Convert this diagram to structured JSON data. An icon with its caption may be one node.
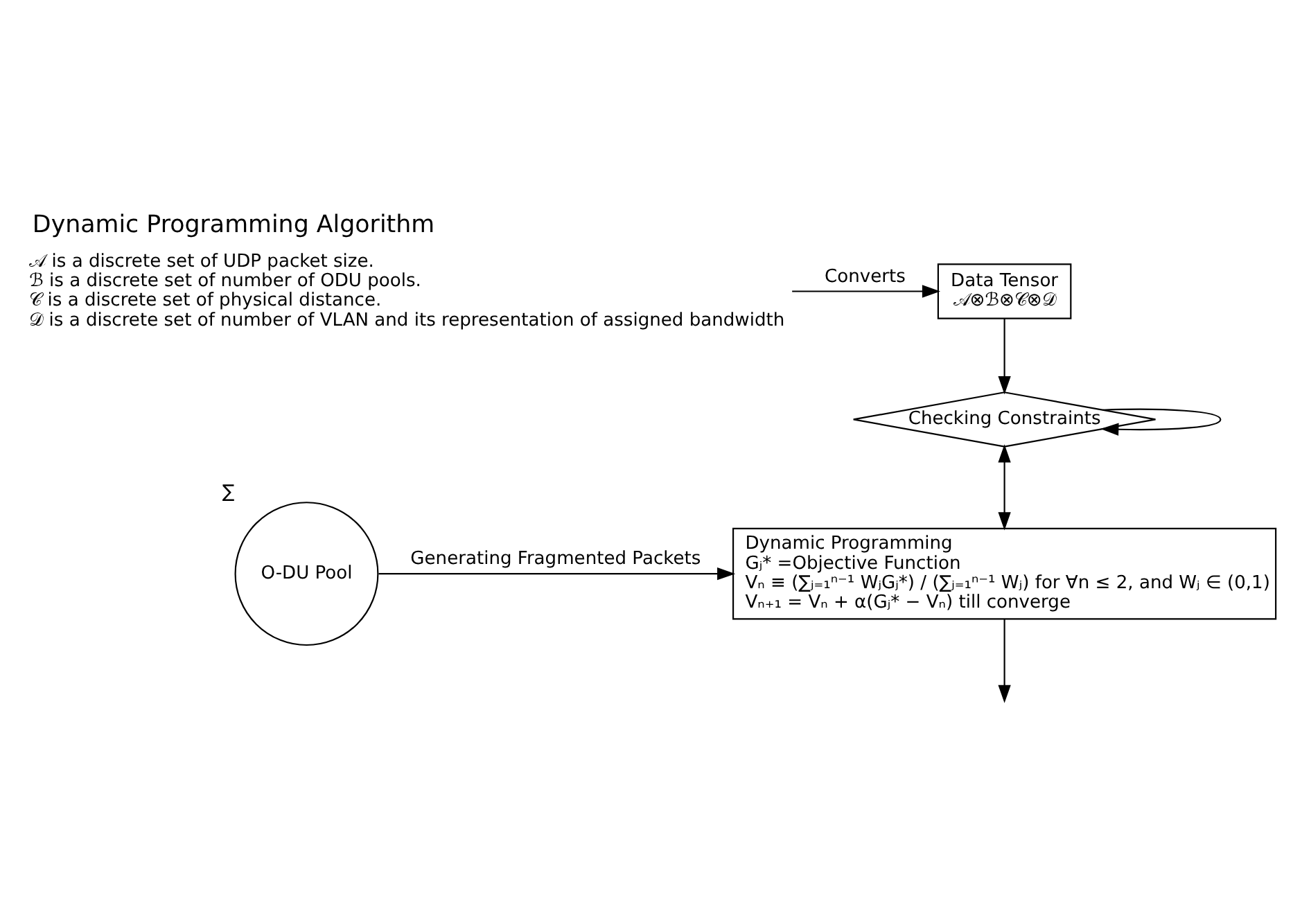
{
  "diagram": {
    "title": "Dynamic Programming Algorithm",
    "nodes": [
      {
        "text": [
          "𝒜 is a discrete set of UDP packet size.",
          "ℬ is a discrete set of number of ODU pools.",
          "𝒞 is a discrete set of physical distance.",
          "𝒟 is a discrete set of number of VLAN and its representation of assigned bandwidth"
        ]
      },
      {
        "text": [
          "Data Tensor",
          "𝒜⊗ℬ⊗𝒞⊗𝒟"
        ]
      },
      {
        "text": [
          "Checking Constraints"
        ]
      },
      {
        "text": [
          "Dynamic Programming",
          "Gⱼ* =Objective Function",
          "Vₙ ≡ (∑ⱼ₌₁ⁿ⁻¹ WⱼGⱼ*) / (∑ⱼ₌₁ⁿ⁻¹ Wⱼ) for ∀n ≤ 2, and Wⱼ ∈ (0,1)",
          "Vₙ₊₁ = Vₙ + α(Gⱼ* − Vₙ) till converge"
        ]
      },
      {
        "text": [
          "O-DU Pool"
        ],
        "beside": [
          "∑"
        ]
      }
    ],
    "edges": [
      {
        "from": 0,
        "to": 1,
        "arrow": "to",
        "label": "Converts"
      },
      {
        "from": 1,
        "to": 2,
        "arrow": "to"
      },
      {
        "from": 2,
        "to": 2,
        "arrow": "to"
      },
      {
        "from": 2,
        "to": 3,
        "arrow": "both"
      },
      {
        "from": 4,
        "to": 3,
        "arrow": "to",
        "label": "Generating Fragmented Packets"
      },
      {
        "from": 3,
        "to": null,
        "arrow": "to"
      }
    ]
  }
}
